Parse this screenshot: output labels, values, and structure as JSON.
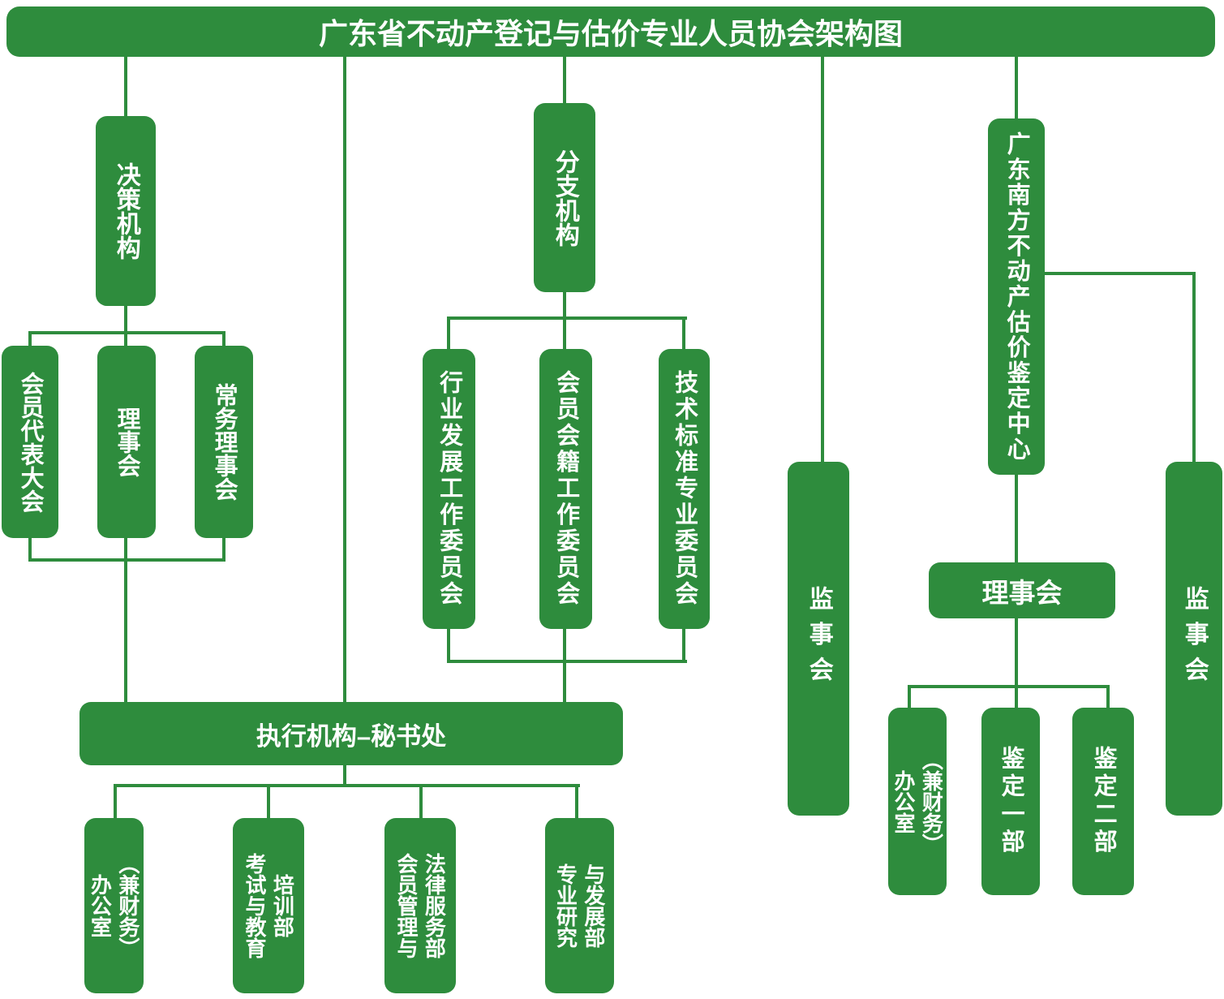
{
  "title": "广东省不动产登记与估价专业人员协会架构图",
  "palette": {
    "green": "#2e8c3d",
    "text_on_green": "#ffffff",
    "background": "#ffffff"
  },
  "org": {
    "decision": "决策机构",
    "decision_children": [
      "会员代表大会",
      "理事会",
      "常务理事会"
    ],
    "branch": "分支机构",
    "branch_children": [
      "行业发展工作委员会",
      "会员会籍工作委员会",
      "技术标准专业委员会"
    ],
    "executive": "执行机构–秘书处",
    "executive_children": [
      "办公室\n（兼财务）",
      "考试与教育\n培训部",
      "会员管理与\n法律服务部",
      "专业研究\n与发展部"
    ],
    "supervisory_left": "监事会",
    "appraisal_center": "广东南方不动产估价鉴定中心",
    "appraisal_council": "理事会",
    "appraisal_children": [
      "办公室\n（兼财务）",
      "鉴定一部",
      "鉴定二部"
    ],
    "supervisory_right": "监事会"
  }
}
